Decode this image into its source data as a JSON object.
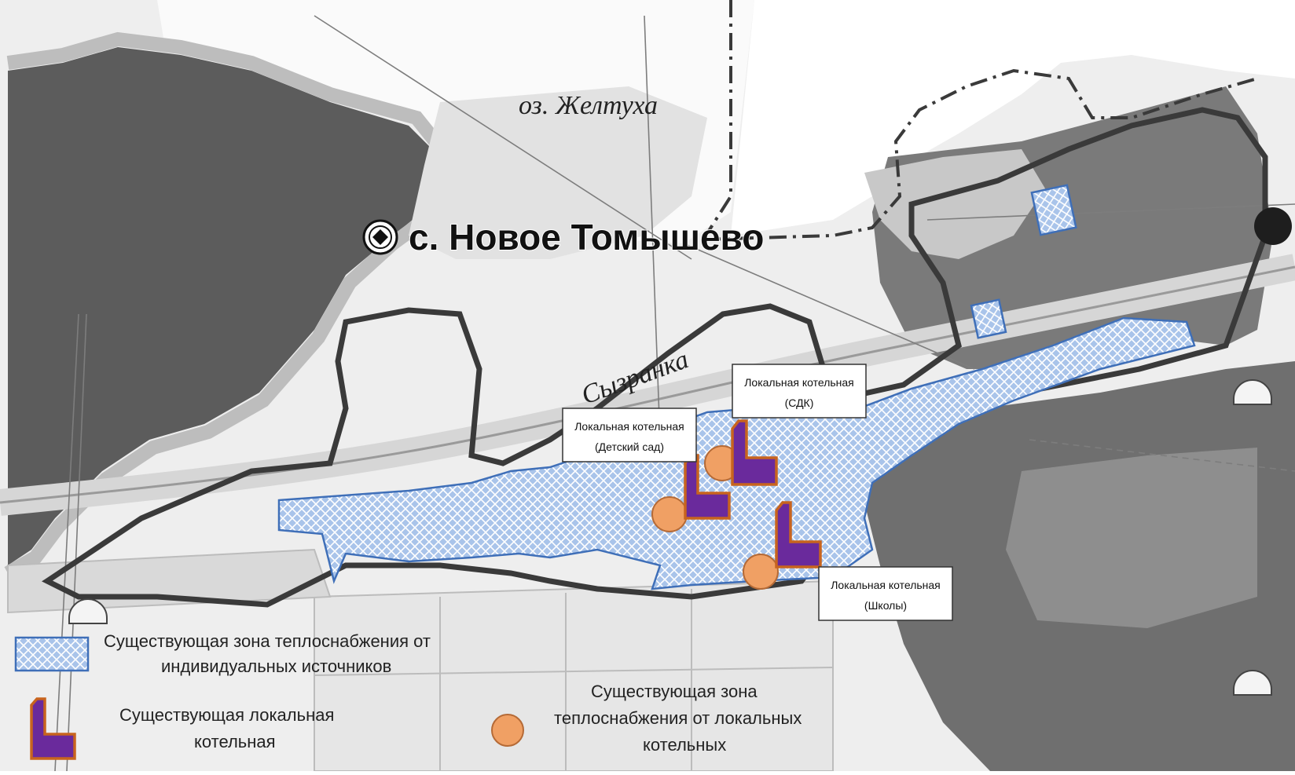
{
  "map": {
    "settlement_name": "с. Новое Томышево",
    "lake_name": "оз. Желтуха",
    "river_name": "Сызранка"
  },
  "callouts": {
    "sdk": {
      "line1": "Локальная котельная",
      "line2": "(СДК)"
    },
    "kindergarten": {
      "line1": "Локальная котельная",
      "line2": "(Детский сад)"
    },
    "schools": {
      "line1": "Локальная котельная",
      "line2": "(Школы)"
    }
  },
  "legend": {
    "individual_zone": {
      "line1": "Существующая  зона  теплоснабжения  от",
      "line2": "индивидуальных источников"
    },
    "local_boiler": {
      "line1": "Существующая локальная",
      "line2": "котельная"
    },
    "local_zone": {
      "line1": "Существующая  зона",
      "line2": "теплоснабжения от локальных",
      "line3": "котельных"
    }
  },
  "colors": {
    "zone_fill": "#a9c4ea",
    "zone_stroke": "#3f6fb8",
    "boiler_fill": "#6a2a9c",
    "boiler_stroke": "#c8641e",
    "circle_fill": "#f0a064",
    "circle_stroke": "#b56a36",
    "boundary": "#3a3a3a"
  },
  "icons": [
    "settlement-symbol-icon",
    "boiler-house-icon",
    "heat-zone-circle-icon"
  ]
}
